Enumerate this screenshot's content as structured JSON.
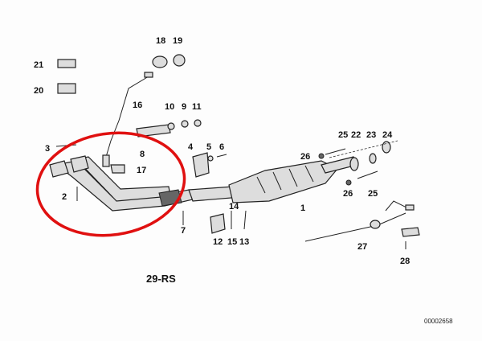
{
  "diagram": {
    "title": "29-RS",
    "reference_number": "00002658",
    "highlight_color": "#e01010",
    "callouts": {
      "c1": "1",
      "c2": "2",
      "c3": "3",
      "c4": "4",
      "c5": "5",
      "c6": "6",
      "c7": "7",
      "c8": "8",
      "c9": "9",
      "c10": "10",
      "c11": "11",
      "c12": "12",
      "c13": "13",
      "c14": "14",
      "c15": "15",
      "c16": "16",
      "c17": "17",
      "c18": "18",
      "c19": "19",
      "c20": "20",
      "c21": "21",
      "c22": "22",
      "c23": "23",
      "c24": "24",
      "c25a": "25",
      "c25b": "25",
      "c26a": "26",
      "c26b": "26",
      "c27": "27",
      "c28": "28"
    }
  }
}
